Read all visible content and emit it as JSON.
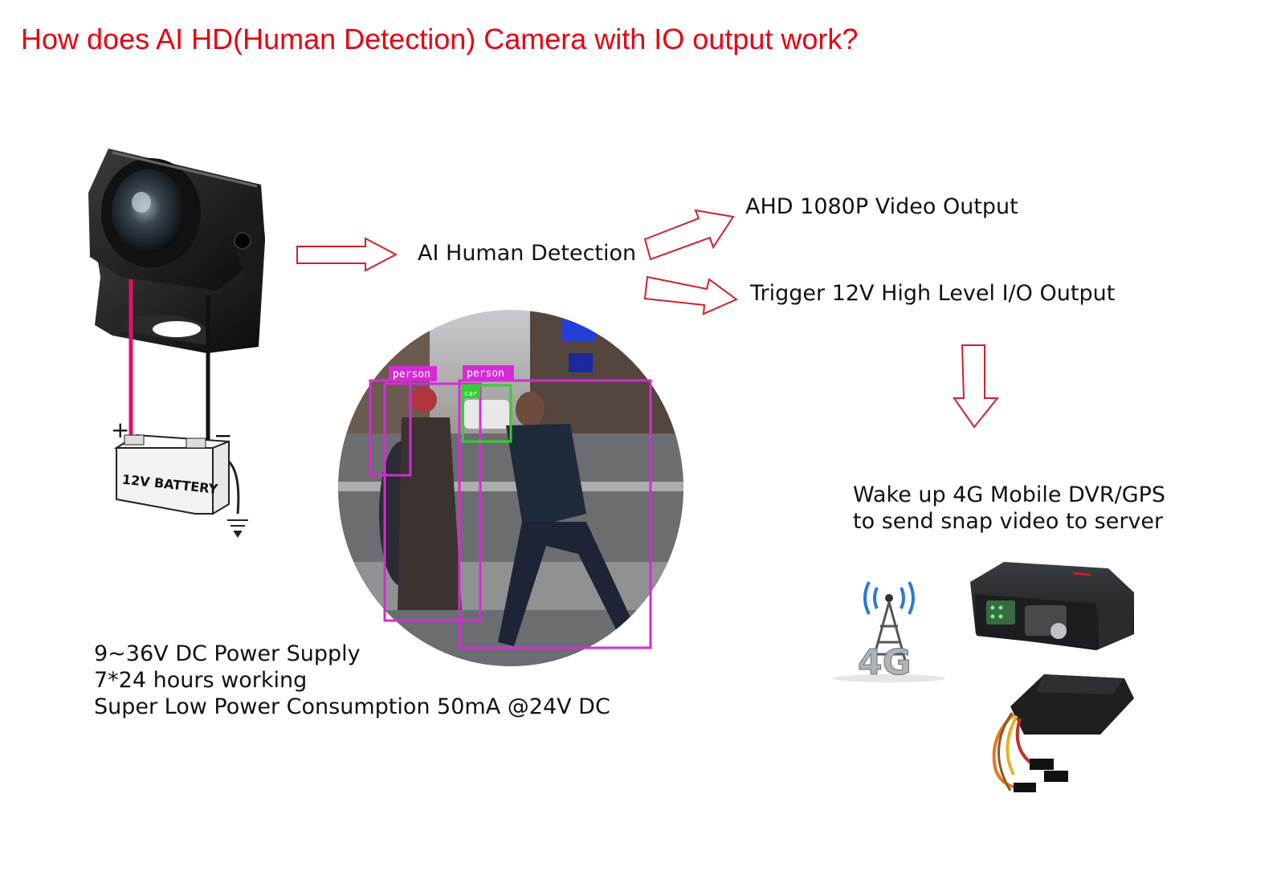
{
  "title": "How does AI HD(Human Detection) Camera with IO output work?",
  "flow": {
    "ai_detection": "AI Human Detection",
    "video_output": "AHD 1080P Video Output",
    "io_output": "Trigger 12V High Level I/O Output",
    "wake_up": [
      "Wake up 4G Mobile DVR/GPS",
      "to send snap video to server"
    ]
  },
  "power": {
    "lines": [
      "9~36V DC Power Supply",
      "7*24 hours working",
      "Super Low Power Consumption 50mA @24V DC"
    ]
  },
  "battery": {
    "label": "12V BATTERY",
    "plus": "+",
    "minus": "−"
  },
  "detection": {
    "box_label_1": "person",
    "box_label_2": "person",
    "box_label_3": "car"
  },
  "network_badge": "4G",
  "colors": {
    "title": "#e60012",
    "arrow": "#d0202a",
    "box": "#d62ad6",
    "wire_pos": "#e0106e"
  }
}
